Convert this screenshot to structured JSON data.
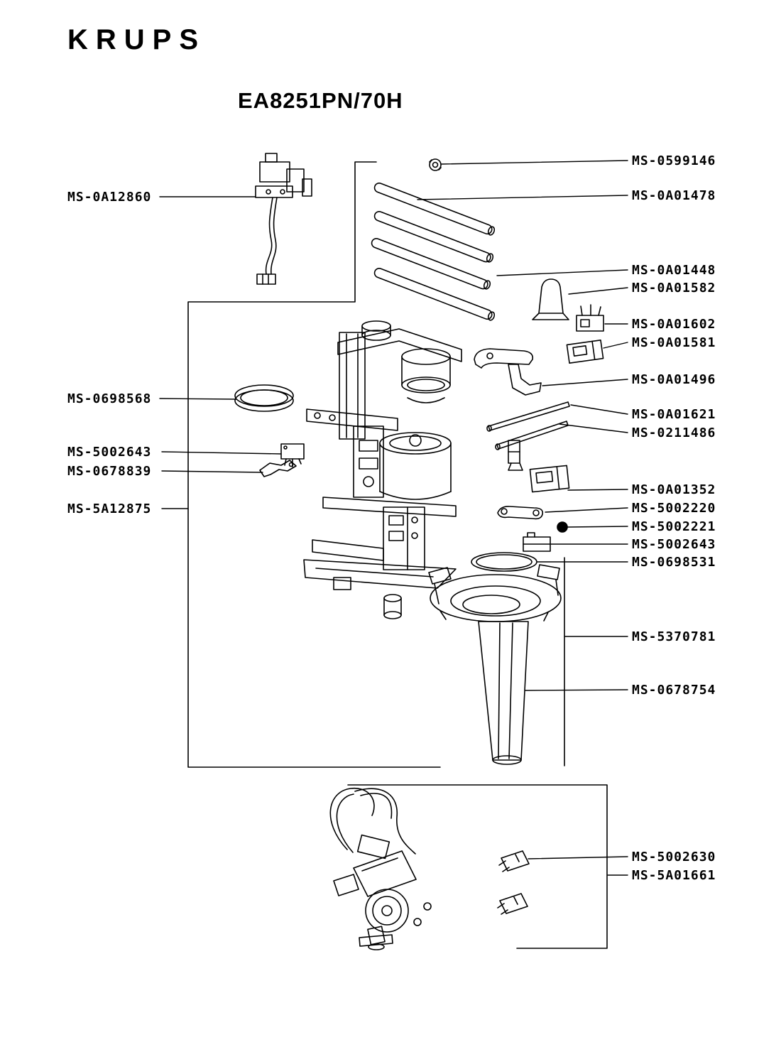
{
  "brand": "KRUPS",
  "model": "EA8251PN/70H",
  "parts": {
    "left": [
      {
        "label": "MS-0A12860"
      },
      {
        "label": "MS-0698568"
      },
      {
        "label": "MS-5002643"
      },
      {
        "label": "MS-0678839"
      },
      {
        "label": "MS-5A12875"
      }
    ],
    "right": [
      {
        "label": "MS-0599146"
      },
      {
        "label": "MS-0A01478"
      },
      {
        "label": "MS-0A01448"
      },
      {
        "label": "MS-0A01582"
      },
      {
        "label": "MS-0A01602"
      },
      {
        "label": "MS-0A01581"
      },
      {
        "label": "MS-0A01496"
      },
      {
        "label": "MS-0A01621"
      },
      {
        "label": "MS-0211486"
      },
      {
        "label": "MS-0A01352"
      },
      {
        "label": "MS-5002220"
      },
      {
        "label": "MS-5002221"
      },
      {
        "label": "MS-5002643"
      },
      {
        "label": "MS-0698531"
      },
      {
        "label": "MS-5370781"
      },
      {
        "label": "MS-0678754"
      },
      {
        "label": "MS-5002630"
      },
      {
        "label": "MS-5A01661"
      }
    ]
  }
}
